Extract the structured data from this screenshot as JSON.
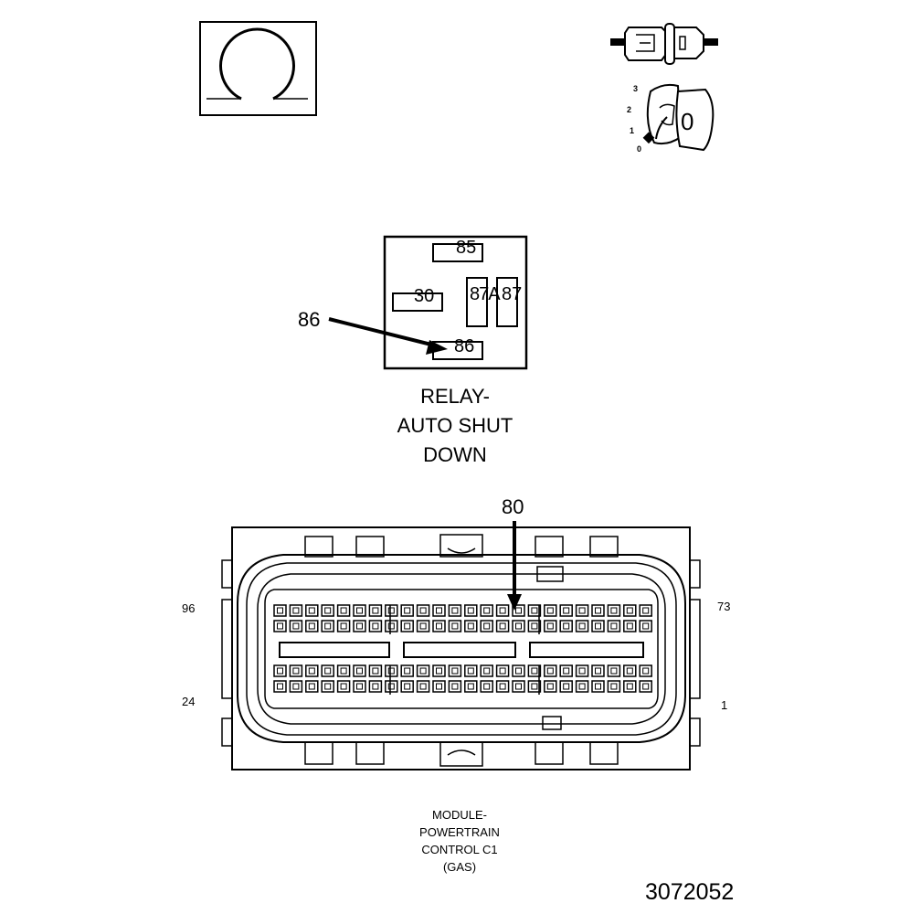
{
  "ohm_symbol": {
    "icon": "ohm-resistance-icon"
  },
  "test_icons": {
    "connector": "connector-probe-icon",
    "ignition": "ignition-key-icon",
    "key_position": "0"
  },
  "ignition_scale": [
    "3",
    "2",
    "1",
    "0"
  ],
  "relay": {
    "terminals": {
      "t85": "85",
      "t30": "30",
      "t87a": "87A",
      "t87": "87",
      "t86": "86"
    },
    "callout": "86",
    "title": "RELAY-\nAUTO SHUT\nDOWN"
  },
  "pcm": {
    "callout": "80",
    "pin_top_left": "96",
    "pin_top_right": "73",
    "pin_bottom_left": "24",
    "pin_bottom_right": "1",
    "title": "MODULE-\nPOWERTRAIN\nCONTROL C1\n(GAS)"
  },
  "figure_number": "3072052"
}
